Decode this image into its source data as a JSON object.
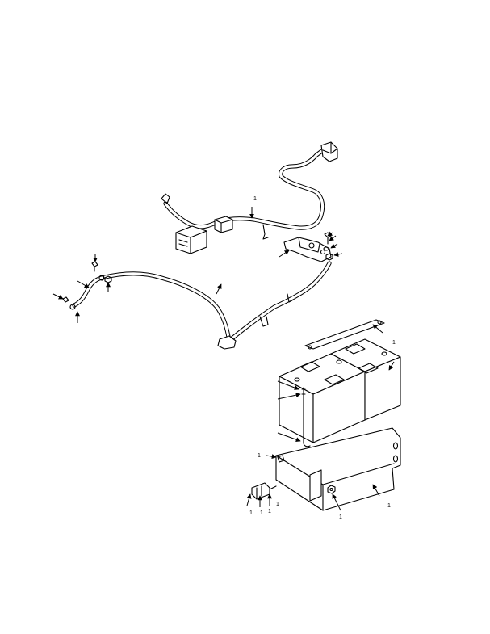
{
  "diagram": {
    "callouts": [
      "1",
      "1",
      "1",
      "1",
      "1",
      "1",
      "1",
      "1",
      "1"
    ]
  }
}
